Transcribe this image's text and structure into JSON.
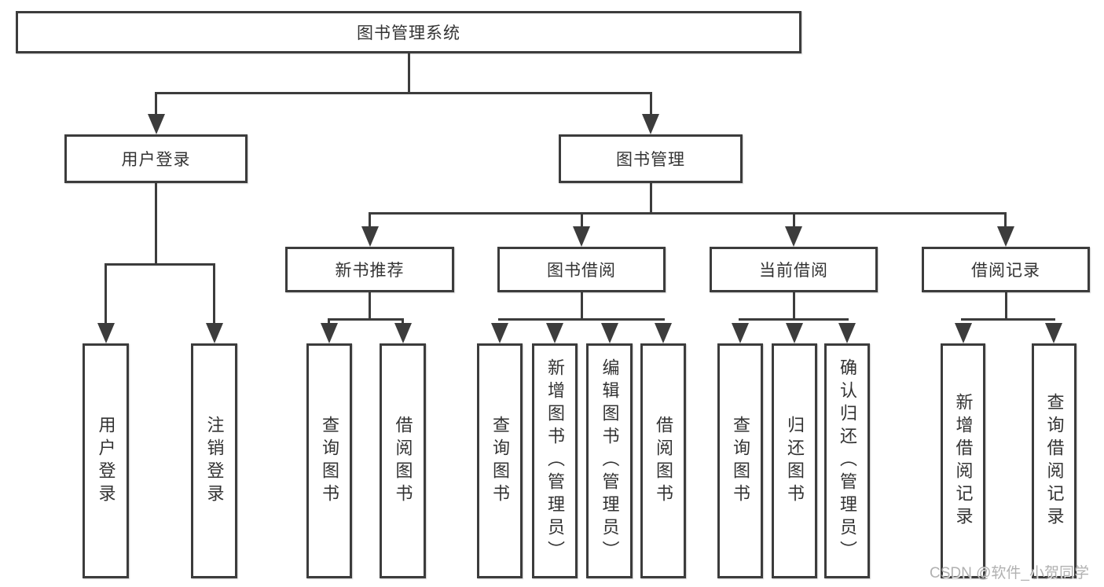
{
  "diagram_type": "hierarchy-tree",
  "tree": {
    "root": "图书管理系统",
    "branches": [
      {
        "label": "用户登录",
        "children": [
          "用户登录",
          "注销登录"
        ]
      },
      {
        "label": "图书管理",
        "groups": [
          {
            "label": "新书推荐",
            "children": [
              "查询图书",
              "借阅图书"
            ]
          },
          {
            "label": "图书借阅",
            "children": [
              "查询图书",
              "新增图书（管理员）",
              "编辑图书（管理员）",
              "借阅图书"
            ]
          },
          {
            "label": "当前借阅",
            "children": [
              "查询图书",
              "归还图书",
              "确认归还（管理员）"
            ]
          },
          {
            "label": "借阅记录",
            "children": [
              "新增借阅记录",
              "查询借阅记录"
            ]
          }
        ]
      }
    ]
  },
  "watermark": "CSDN @软件_小贺同学",
  "colors": {
    "line": "#3c3c3c",
    "text": "#333333",
    "background": "#ffffff",
    "watermark": "#a3a3a3"
  }
}
